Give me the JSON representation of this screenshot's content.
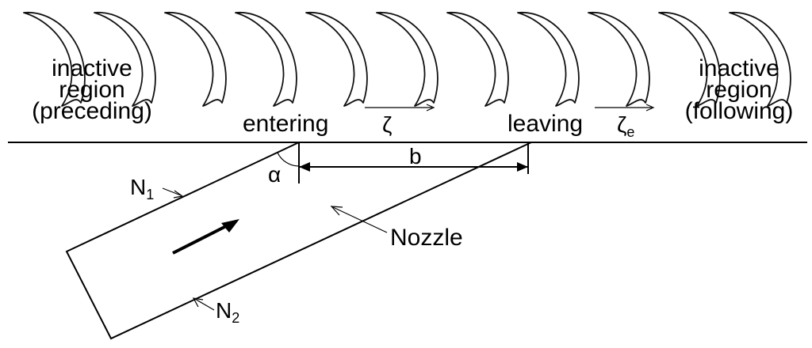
{
  "labels": {
    "inactive_pre": [
      "inactive",
      "region",
      "(preceding)"
    ],
    "inactive_fol": [
      "inactive",
      "region",
      "(following)"
    ],
    "entering": "entering",
    "leaving": "leaving",
    "zeta": "ζ",
    "zeta_e": "ζ",
    "zeta_e_sub": "e",
    "b": "b",
    "alpha": "α",
    "n1": "N",
    "n1_sub": "1",
    "n2": "N",
    "n2_sub": "2",
    "nozzle": "Nozzle"
  },
  "blade_count": 11
}
